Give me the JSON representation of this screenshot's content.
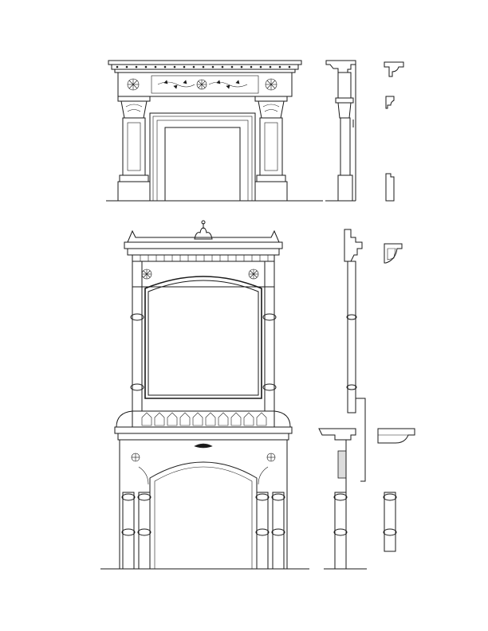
{
  "drawing": {
    "subject": "",
    "ink_color": "#1a1a1a",
    "paper_color": "#ffffff",
    "views": [
      {
        "id": "mantel-front"
      },
      {
        "id": "mantel-side"
      },
      {
        "id": "mantel-profiles"
      },
      {
        "id": "overmantel-front"
      },
      {
        "id": "overmantel-side"
      },
      {
        "id": "overmantel-profiles"
      }
    ],
    "ornaments": [
      "rosette",
      "foliate-frieze",
      "cresting-finial",
      "dentil-band",
      "lancet-panel"
    ]
  }
}
